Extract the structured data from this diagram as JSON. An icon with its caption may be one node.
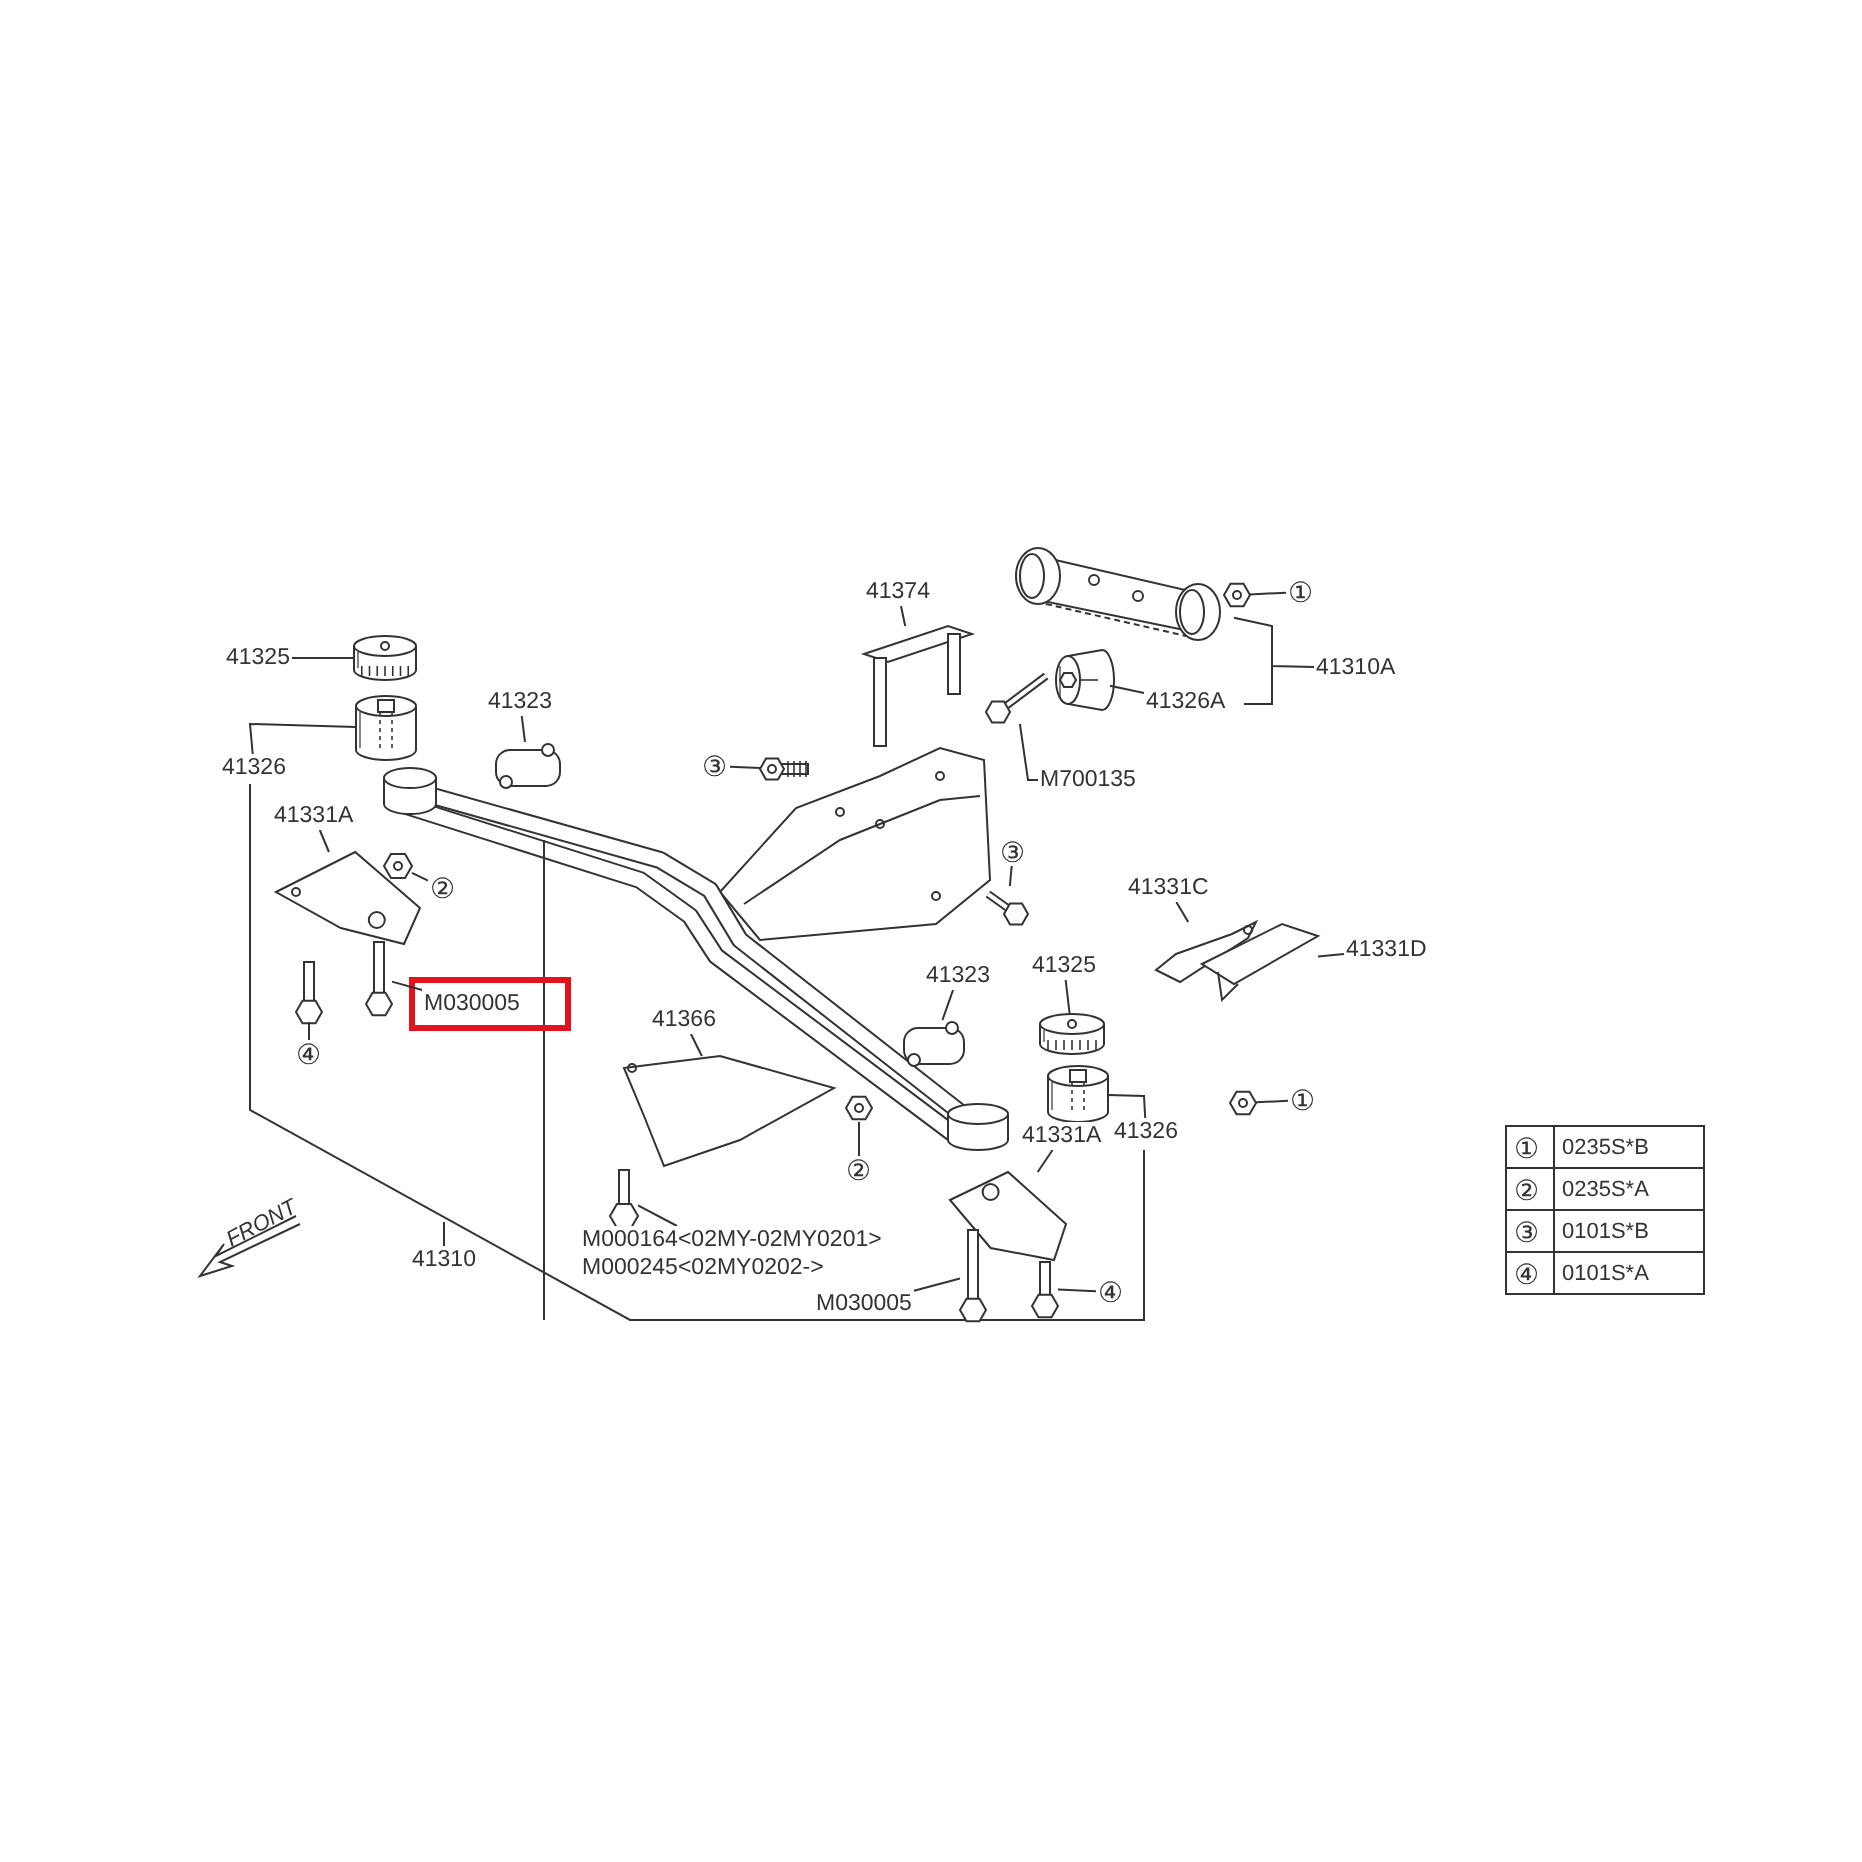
{
  "diagram": {
    "nodes": [
      {
        "text": [
          "41325"
        ]
      },
      {
        "text": [],
        "shape": "cylinder"
      },
      {
        "text": [
          "41326"
        ]
      },
      {
        "text": [],
        "shape": "cylinder"
      },
      {
        "text": [
          "41323"
        ]
      },
      {
        "text": [],
        "shape": "picture"
      },
      {
        "text": [
          "41331A"
        ]
      },
      {
        "text": [],
        "shape": "picture"
      },
      {
        "text": [
          "②"
        ]
      },
      {
        "text": [],
        "shape": "picture"
      },
      {
        "text": [
          "M030005"
        ]
      },
      {
        "text": [],
        "shape": "picture"
      },
      {
        "text": [
          "④"
        ]
      },
      {
        "text": [],
        "shape": "picture"
      },
      {
        "text": [
          "41310"
        ]
      },
      {
        "text": [
          "41374"
        ]
      },
      {
        "text": [],
        "shape": "picture"
      },
      {
        "text": [
          "③"
        ]
      },
      {
        "text": [],
        "shape": "picture"
      },
      {
        "text": [
          "M700135"
        ]
      },
      {
        "text": [],
        "shape": "picture"
      },
      {
        "text": [
          "③"
        ]
      },
      {
        "text": [],
        "shape": "picture"
      },
      {
        "text": [
          "41310A"
        ]
      },
      {
        "text": [],
        "shape": "picture"
      },
      {
        "text": [
          "41326A"
        ]
      },
      {
        "text": [],
        "shape": "cylinder"
      },
      {
        "text": [
          "①"
        ]
      },
      {
        "text": [],
        "shape": "picture"
      },
      {
        "text": [
          "41331C"
        ]
      },
      {
        "text": [],
        "shape": "picture"
      },
      {
        "text": [
          "41331D"
        ]
      },
      {
        "text": [],
        "shape": "picture"
      },
      {
        "text": [
          "41325"
        ]
      },
      {
        "text": [],
        "shape": "cylinder"
      },
      {
        "text": [
          "41326"
        ]
      },
      {
        "text": [],
        "shape": "cylinder"
      },
      {
        "text": [
          "①"
        ]
      },
      {
        "text": [],
        "shape": "picture"
      },
      {
        "text": [
          "41323"
        ]
      },
      {
        "text": [],
        "shape": "picture"
      },
      {
        "text": [
          "41366"
        ]
      },
      {
        "text": [],
        "shape": "picture"
      },
      {
        "text": [
          "②"
        ]
      },
      {
        "text": [],
        "shape": "picture"
      },
      {
        "text": [
          "41331A"
        ]
      },
      {
        "text": [],
        "shape": "picture"
      },
      {
        "text": [
          "M000164<02MY-02MY0201>",
          "M000245<02MY0202->"
        ]
      },
      {
        "text": [],
        "shape": "picture"
      },
      {
        "text": [
          "M030005"
        ]
      },
      {
        "text": [],
        "shape": "picture"
      },
      {
        "text": [
          "④"
        ]
      },
      {
        "text": [],
        "shape": "picture"
      }
    ],
    "edges": [
      {
        "from": 0,
        "to": 1,
        "arrow": "none"
      },
      {
        "from": 2,
        "to": 3,
        "arrow": "none"
      },
      {
        "from": 4,
        "to": 5,
        "arrow": "none"
      },
      {
        "from": 6,
        "to": 7,
        "arrow": "none"
      },
      {
        "from": 8,
        "to": 9,
        "arrow": "none"
      },
      {
        "from": 10,
        "to": 11,
        "arrow": "none"
      },
      {
        "from": 12,
        "to": 13,
        "arrow": "none"
      },
      {
        "from": 14,
        "to": null,
        "arrow": "none"
      },
      {
        "from": 15,
        "to": 16,
        "arrow": "none"
      },
      {
        "from": 17,
        "to": 18,
        "arrow": "none"
      },
      {
        "from": 19,
        "to": 20,
        "arrow": "none"
      },
      {
        "from": 21,
        "to": 22,
        "arrow": "none"
      },
      {
        "from": 23,
        "to": 24,
        "arrow": "none"
      },
      {
        "from": 25,
        "to": 26,
        "arrow": "none"
      },
      {
        "from": 27,
        "to": 28,
        "arrow": "none"
      },
      {
        "from": 29,
        "to": 30,
        "arrow": "none"
      },
      {
        "from": 31,
        "to": 32,
        "arrow": "none"
      },
      {
        "from": 33,
        "to": 34,
        "arrow": "none"
      },
      {
        "from": 35,
        "to": 36,
        "arrow": "none"
      },
      {
        "from": 37,
        "to": 38,
        "arrow": "none"
      },
      {
        "from": 39,
        "to": 40,
        "arrow": "none"
      },
      {
        "from": 41,
        "to": 42,
        "arrow": "none"
      },
      {
        "from": 43,
        "to": 44,
        "arrow": "none"
      },
      {
        "from": 45,
        "to": 46,
        "arrow": "none"
      },
      {
        "from": 47,
        "to": 48,
        "arrow": "none"
      },
      {
        "from": 49,
        "to": 50,
        "arrow": "none"
      },
      {
        "from": 51,
        "to": 52,
        "arrow": "none"
      }
    ],
    "labels": [
      "FRONT",
      "①",
      "0235S*B",
      "②",
      "0235S*A",
      "③",
      "0101S*B",
      "④",
      "0101S*A"
    ]
  }
}
